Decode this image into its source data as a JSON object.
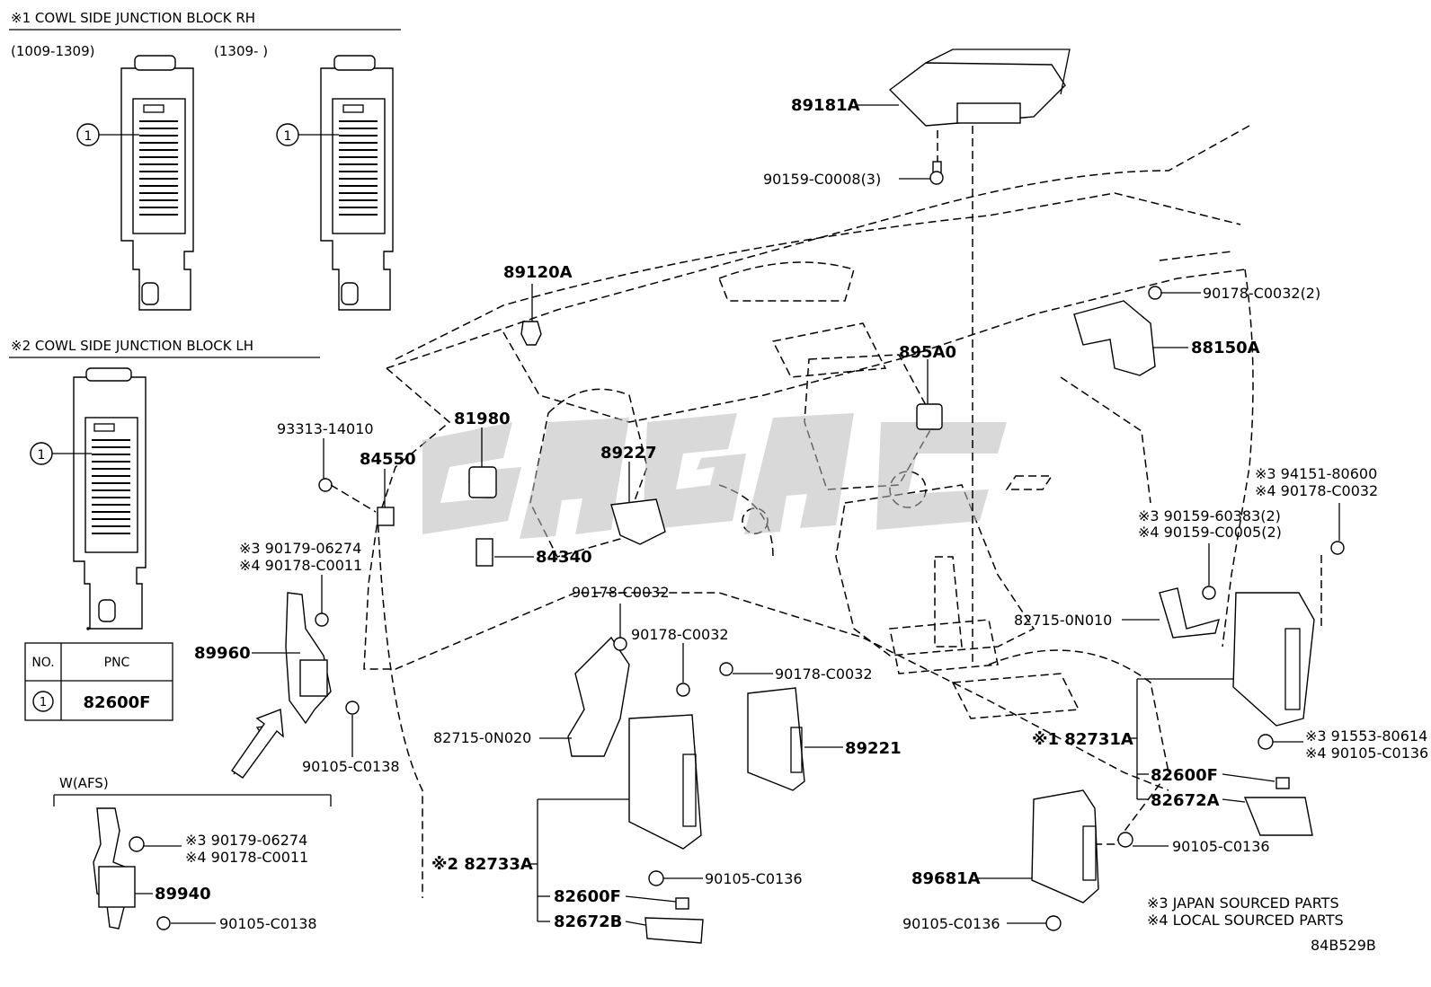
{
  "diagram_code": "84B529B",
  "sections": {
    "rh": {
      "title": "※1 COWL SIDE JUNCTION BLOCK RH",
      "variant_a": "(1009-1309)",
      "variant_b": "(1309-     )"
    },
    "lh": {
      "title": "※2 COWL SIDE JUNCTION BLOCK LH"
    },
    "afs": {
      "title": "W(AFS)"
    }
  },
  "callout_marker": "1",
  "pnc_table": {
    "headers": [
      "NO.",
      "PNC"
    ],
    "rows": [
      {
        "no": "1",
        "pnc": "82600F"
      }
    ]
  },
  "notes": [
    "※3 JAPAN SOURCED PARTS",
    "※4 LOCAL SOURCED PARTS"
  ],
  "labels": {
    "p89181A": "89181A",
    "p90159C0008": "90159-C0008(3)",
    "p89120A": "89120A",
    "p90178C0032_2": "90178-C0032(2)",
    "p88150A": "88150A",
    "p895A0": "895A0",
    "p93313": "93313-14010",
    "p81980": "81980",
    "p89227": "89227",
    "p84550": "84550",
    "p94151_3": "※3 94151-80600",
    "p94151_4": "※4 90178-C0032",
    "p90159_60383": "※3 90159-60383(2)",
    "p90159_C0005": "※4 90159-C0005(2)",
    "p90179_3": "※3 90179-06274",
    "p90179_4": "※4 90178-C0011",
    "p84340": "84340",
    "p90178_a": "90178-C0032",
    "p82715_0N010": "82715-0N010",
    "p89960": "89960",
    "p90178_b": "90178-C0032",
    "p90178_c": "90178-C0032",
    "p91553_3": "※3 91553-80614",
    "p91553_4": "※4 90105-C0136",
    "p82715_0N020": "82715-0N020",
    "p89221": "89221",
    "p82731A": "※1 82731A",
    "p90105_C0138_a": "90105-C0138",
    "p82600F_a": "82600F",
    "p82672A": "82672A",
    "p90179_afs_3": "※3 90179-06274",
    "p90179_afs_4": "※4 90178-C0011",
    "p82733A": "※2 82733A",
    "p90105_C0136_a": "90105-C0136",
    "p90105_C0136_b": "90105-C0136",
    "p89940": "89940",
    "p89681A": "89681A",
    "p82600F_b": "82600F",
    "p90105_C0138_b": "90105-C0138",
    "p90105_C0136_c": "90105-C0136",
    "p82672B": "82672B"
  }
}
